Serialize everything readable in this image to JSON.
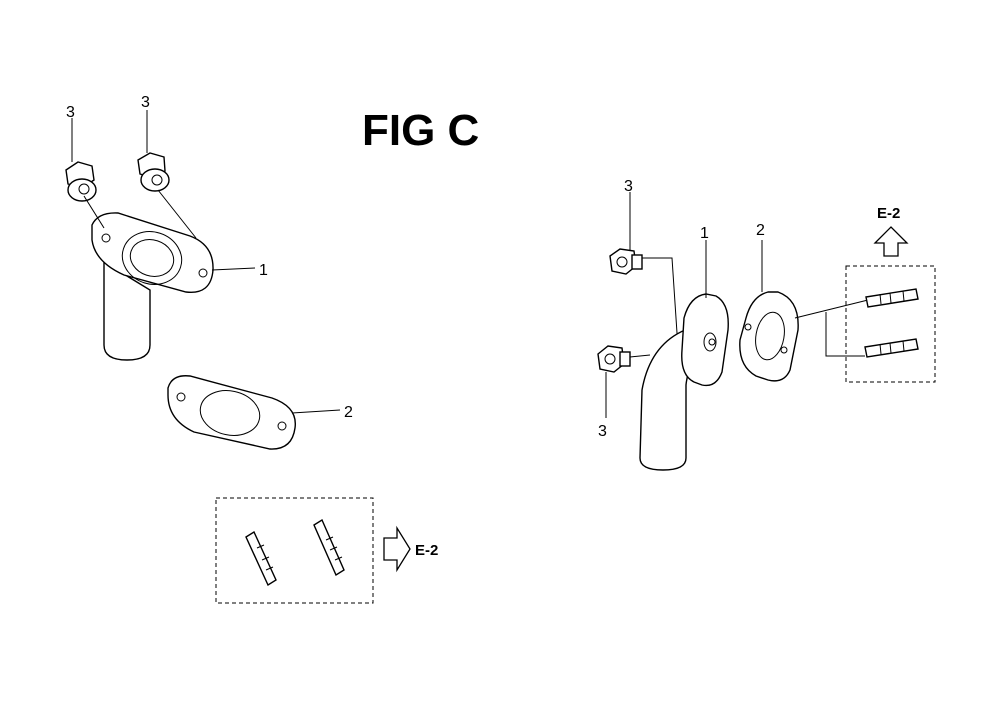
{
  "diagram": {
    "title": "FIG C",
    "callouts": {
      "left_bolt_a": "3",
      "left_bolt_b": "3",
      "left_elbow": "1",
      "left_gasket": "2",
      "right_bolt_top": "3",
      "right_bolt_bottom": "3",
      "right_elbow": "1",
      "right_gasket": "2"
    },
    "references": {
      "left_ref": "E-2",
      "right_ref": "E-2"
    }
  }
}
